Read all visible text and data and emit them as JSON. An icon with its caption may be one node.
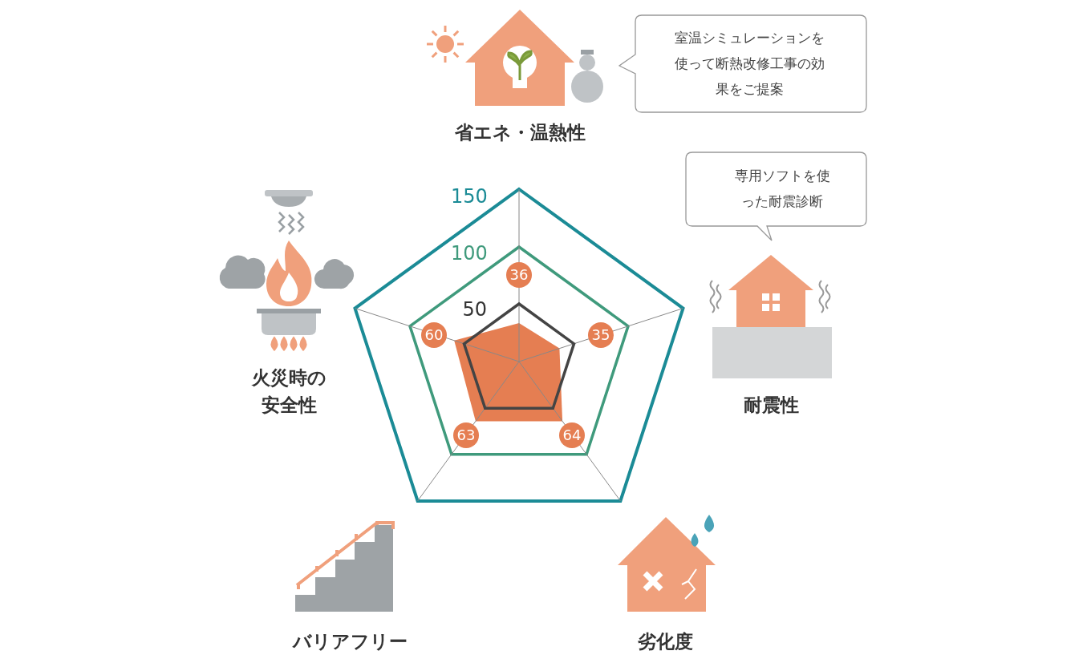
{
  "diagram": {
    "nodes": [
      {
        "text": [
          "室温シミュレーションを使って断熱改修工事の効果をご提案"
        ]
      },
      {
        "text": [
          "専用ソフトを使った耐震診断"
        ]
      },
      {
        "text": [
          "36"
        ]
      },
      {
        "text": [
          "60"
        ]
      },
      {
        "text": [
          "35"
        ]
      },
      {
        "text": [
          "63"
        ]
      },
      {
        "text": [
          "64"
        ]
      }
    ],
    "labels": [
      "省エネ・温熱性",
      "150",
      "100",
      "50",
      "火災時の安全性",
      "耐震性",
      "バリアフリー",
      "劣化度"
    ]
  }
}
